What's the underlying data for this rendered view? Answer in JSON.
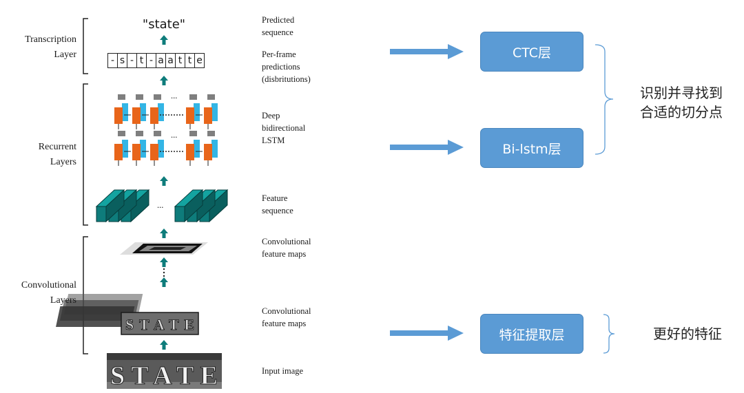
{
  "left_diagram": {
    "layers": [
      {
        "lines": [
          "Transcription",
          "Layer"
        ]
      },
      {
        "lines": [
          "Recurrent",
          "Layers"
        ]
      },
      {
        "lines": [
          "Convolutional",
          "Layers"
        ]
      }
    ],
    "predicted_text": "\"state\"",
    "frame_predictions": [
      "-",
      "s",
      "-",
      "t",
      "-",
      "a",
      "a",
      "t",
      "t",
      "e"
    ],
    "ellipsis": "...",
    "input_word": "STATE",
    "descriptions": [
      {
        "lines": [
          "Predicted",
          "sequence"
        ]
      },
      {
        "lines": [
          "Per-frame",
          "predictions",
          "(disbritutions)"
        ]
      },
      {
        "lines": [
          "Deep",
          "bidirectional",
          "LSTM"
        ]
      },
      {
        "lines": [
          "Feature",
          "sequence"
        ]
      },
      {
        "lines": [
          "Convolutional",
          "feature maps"
        ]
      },
      {
        "lines": [
          "Convolutional",
          "feature maps"
        ]
      },
      {
        "lines": [
          "Input image"
        ]
      }
    ]
  },
  "right_diagram": {
    "boxes": [
      {
        "label": "CTC层"
      },
      {
        "label": "Bi-lstm层"
      },
      {
        "label": "特征提取层"
      }
    ],
    "notes": [
      {
        "lines": [
          "识别并寻找到",
          "合适的切分点"
        ]
      },
      {
        "lines": [
          "更好的特征"
        ]
      }
    ],
    "colors": {
      "box": "#5b9bd5",
      "arrow": "#5b9bd5",
      "teal": "#0e7c7b",
      "orange": "#e8651a",
      "cyan": "#33b5e5"
    }
  }
}
